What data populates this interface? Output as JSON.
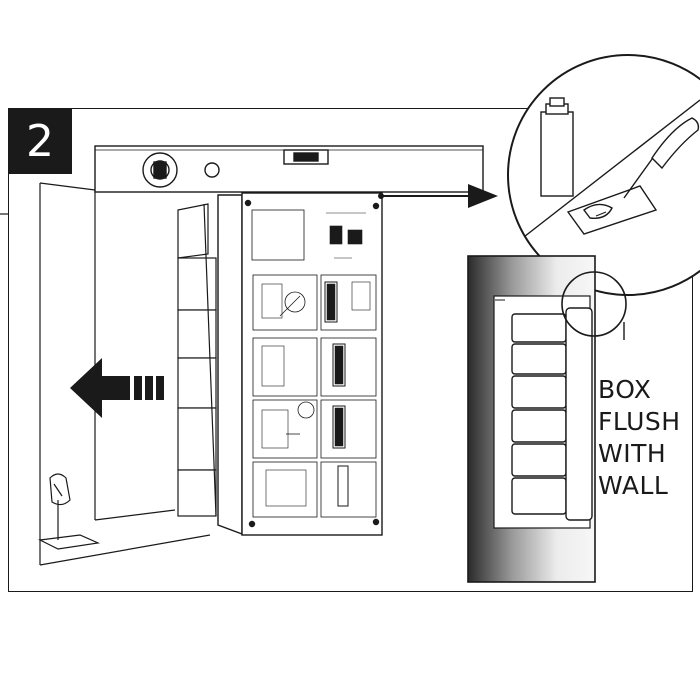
{
  "step": {
    "number": "2"
  },
  "callout": {
    "lines": [
      "BOX",
      "FLUSH",
      "WITH",
      "WALL"
    ]
  },
  "colors": {
    "ink": "#1a1a1a",
    "paper": "#ffffff",
    "wall_gradient_dark": "#2b2b2b",
    "wall_gradient_light": "#f2f2f2"
  },
  "icons": {
    "level": "spirit-level-icon",
    "tube": "adhesive-tube-icon",
    "trowel": "trowel-icon",
    "arrow": "push-left-arrow-icon"
  }
}
